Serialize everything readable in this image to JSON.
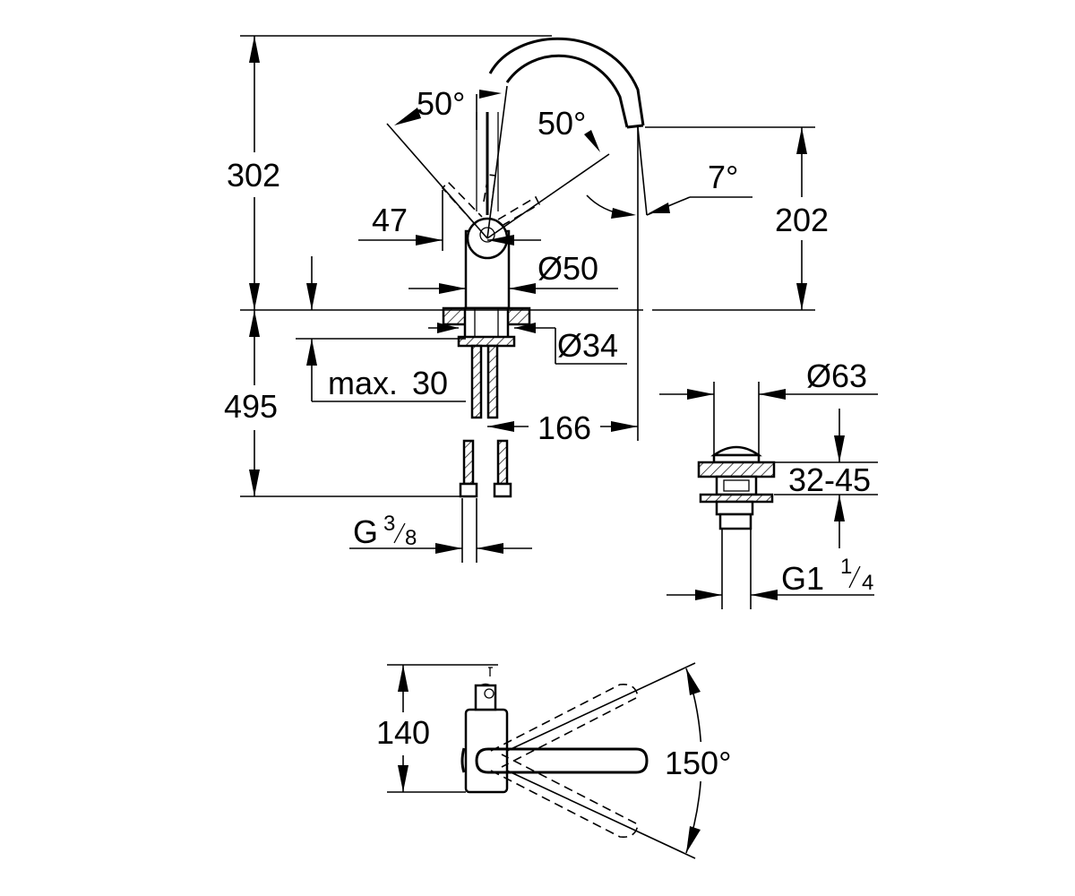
{
  "dimensions": {
    "total_height": "302",
    "spout_height": "202",
    "below_deck": "495",
    "lever_angle_left": "50°",
    "lever_angle_right": "50°",
    "spout_angle": "7°",
    "lever_offset": "47",
    "body_diameter": "Ø50",
    "mount_diameter": "Ø34",
    "deck_thickness_max_prefix": "max.",
    "deck_thickness_max": "30",
    "spout_reach": "166",
    "connection_thread": "G",
    "connection_thread_num": "3",
    "connection_thread_den": "8",
    "waste_diameter": "Ø63",
    "waste_range": "32-45",
    "waste_thread": "G1",
    "waste_thread_num": "1",
    "waste_thread_den": "4",
    "plan_depth": "140",
    "swivel_angle": "150°"
  }
}
